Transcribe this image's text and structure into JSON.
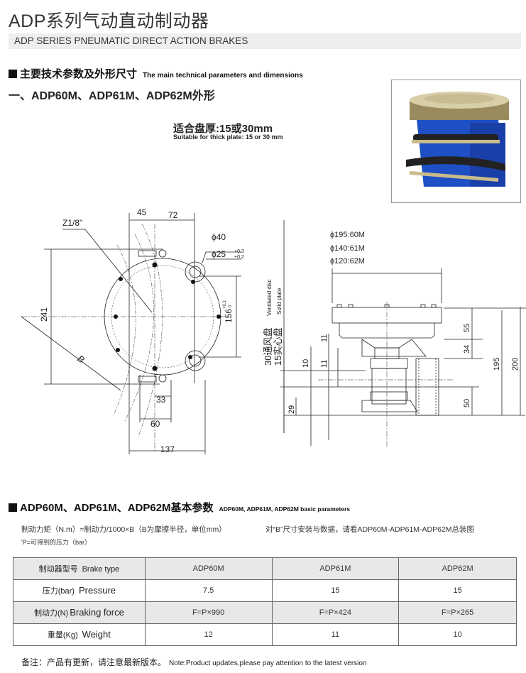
{
  "header": {
    "title": "ADP系列气动直动制动器",
    "subtitle": "ADP SERIES PNEUMATIC DIRECT ACTION BRAKES"
  },
  "section1": {
    "title": "主要技术参数及外形尺寸",
    "title_en": "The main technical parameters and dimensions",
    "subtitle": "一、ADP60M、ADP61M、ADP62M外形"
  },
  "plate": {
    "label": "适合盘厚:15或30mm",
    "label_en": "Suitable for thick plate: 15 or 30 mm"
  },
  "drawing_front": {
    "d45": "45",
    "d72": "72",
    "thread": "Z1/8\"",
    "phi40": "ϕ40",
    "phi25": "ϕ25",
    "tol25_up": "+0.3",
    "tol25_low": "+0.2",
    "d241": "241",
    "d156": "156",
    "tol156_up": "+0.1",
    "tol156_low": "0",
    "radius_b": "B",
    "d33": "33",
    "d60": "60",
    "d137": "137"
  },
  "drawing_side": {
    "phi60": "ϕ195:60M",
    "phi61": "ϕ140:61M",
    "phi62": "ϕ120:62M",
    "disc30": "30通风盘",
    "disc30_en": "Ventilated disc",
    "disc15": "15实心盘",
    "disc15_en": "Solid plate",
    "d10": "10",
    "d11a": "11",
    "d11b": "11",
    "d29": "29",
    "d55": "55",
    "d34": "34",
    "d50": "50",
    "d195": "195",
    "d200": "200"
  },
  "photo": {
    "body_color": "#1f4fc4",
    "disc_color": "#a89a6a"
  },
  "section2": {
    "title": "ADP60M、ADP61M、ADP62M基本参数",
    "title_en": "ADP60M, ADP61M, ADP62M basic parameters"
  },
  "notes": {
    "line1a": "制动力矩（N.m）=制动力/1000×B（B为摩擦半径，单位mm）",
    "line1b": "对“B”尺寸安装与数据，请看ADP60M-ADP61M-ADP62M总装图",
    "line2": "'P=可得到的压力（bar）"
  },
  "table": {
    "header": {
      "label_cn": "制动器型号",
      "label_en": "Brake type",
      "cols": [
        "ADP60M",
        "ADP61M",
        "ADP62M"
      ]
    },
    "rows": [
      {
        "label_cn": "压力(bar)",
        "label_en": "Pressure",
        "values": [
          "7.5",
          "15",
          "15"
        ]
      },
      {
        "label_cn": "制动力(N)",
        "label_en": "Braking force",
        "values": [
          "F=P×990",
          "F=P×424",
          "F=P×265"
        ]
      },
      {
        "label_cn": "重量(Kg)",
        "label_en": "Weight",
        "values": [
          "12",
          "11",
          "10"
        ]
      }
    ]
  },
  "footer": {
    "note_cn": "备注：产品有更新，请注意最新版本。",
    "note_en": "Note:Product updates,please pay attention to the latest version"
  }
}
